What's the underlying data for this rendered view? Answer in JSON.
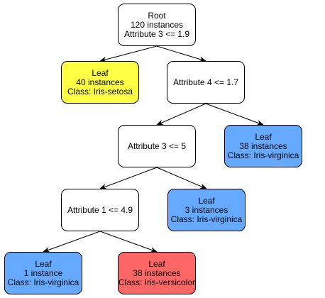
{
  "colors": {
    "node_default": "#ffffff",
    "setosa": "#ffff44",
    "virginica": "#66aaff",
    "versicolor": "#ff6666",
    "border": "#000000",
    "edge": "#000000"
  },
  "nodes": {
    "root": {
      "lines": [
        "Root",
        "120 instances",
        "Attribute 3 <= 1.9"
      ]
    },
    "setosa": {
      "lines": [
        "Leaf",
        "40 instances",
        "Class: Iris-setosa"
      ]
    },
    "a4": {
      "lines": [
        "Attribute 4 <= 1.7"
      ]
    },
    "a3": {
      "lines": [
        "Attribute 3 <= 5"
      ]
    },
    "virg38": {
      "lines": [
        "Leaf",
        "38 instances",
        "Class: Iris-virginica"
      ]
    },
    "a1": {
      "lines": [
        "Attribute 1 <= 4.9"
      ]
    },
    "virg3": {
      "lines": [
        "Leaf",
        "3 instances",
        "Class: Iris-virginica"
      ]
    },
    "virg1": {
      "lines": [
        "Leaf",
        "1 instance",
        "Class: Iris-virginica"
      ]
    },
    "vers": {
      "lines": [
        "Leaf",
        "38 instances",
        "Class: Iris-versicolor"
      ]
    }
  }
}
